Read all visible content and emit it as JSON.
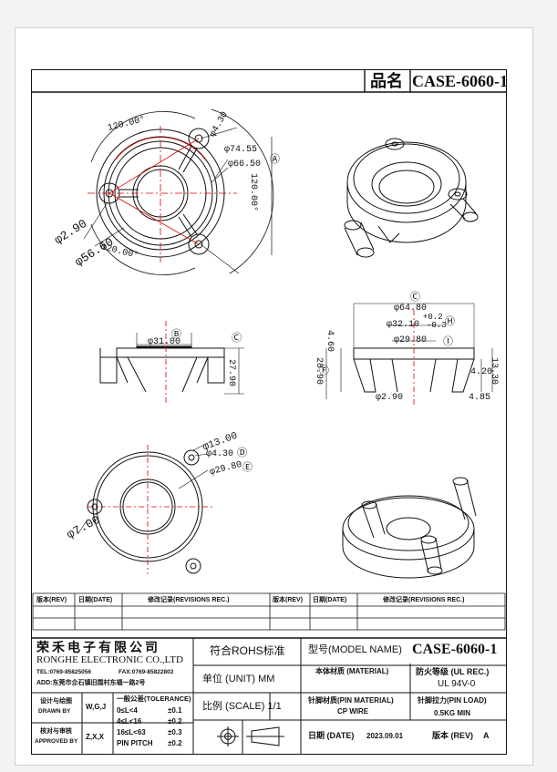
{
  "header": {
    "name_label": "品名",
    "model": "CASE-6060-1"
  },
  "views": {
    "top": {
      "dims": [
        "120.00°",
        "120.00°",
        "120.00°",
        "φ4.30",
        "φ74.55",
        "φ66.50",
        "φ2.90",
        "φ56.60"
      ],
      "datum": "Ⓐ"
    },
    "front": {
      "dims": [
        "φ31.00",
        "27.90"
      ],
      "datums": [
        "Ⓑ",
        "Ⓒ"
      ]
    },
    "side": {
      "dims": [
        "φ64.80",
        "+0.2",
        "φ32.10",
        "-0.3",
        "φ29.80",
        "4.60",
        "28.90",
        "φ2.90",
        "4.20",
        "13.30",
        "4.85"
      ],
      "datums": [
        "Ⓒ",
        "Ⓗ",
        "Ⓘ",
        "Ⓕ"
      ]
    },
    "bottom": {
      "dims": [
        "φ13.00",
        "φ4.30",
        "φ29.80",
        "φ7.00"
      ],
      "datums": [
        "Ⓓ",
        "Ⓔ"
      ]
    }
  },
  "revisions": {
    "headers": [
      "版本(REV)",
      "日期(DATE)",
      "修改记录(REVISIONS REC.)",
      "版本(REV)",
      "日期(DATE)",
      "修改记录(REVISIONS REC.)"
    ]
  },
  "title_block": {
    "company_cn": "荣禾电子有限公司",
    "company_en": "RONGHE ELECTRONIC CO.,LTD",
    "tel": "TEL:0769-85825056",
    "fax": "FAX:0769-85822802",
    "addr": "ADD:东莞市企石镇旧围村东福一路2号",
    "rohs": "符合ROHS标准",
    "model_label": "型号(MODEL NAME)",
    "model_value": "CASE-6060-1",
    "unit_label": "单位 (UNIT) MM",
    "material_label": "本体材质 (MATERIAL)",
    "material_value": "",
    "ul_label": "防火等级 (UL REC.)",
    "ul_value": "UL 94V-0",
    "drawn_label": "设计与绘图",
    "drawn_label_en": "DRAWN BY",
    "drawn_by": "W,G,J",
    "tol_title": "一般公差(TOLERANCE)",
    "tol_rows": [
      {
        "range": "0≤L<4",
        "value": "±0.1"
      },
      {
        "range": "4≤L<16",
        "value": "±0.2"
      },
      {
        "range": "16≤L<63",
        "value": "±0.3"
      },
      {
        "range": "PIN PITCH",
        "value": "±0.2"
      }
    ],
    "scale_label": "比例 (SCALE) 1/1",
    "pin_material_label": "针脚材质(PIN MATERIAL)",
    "pin_material_value": "CP WIRE",
    "pin_load_label": "针脚拉力(PIN LOAD)",
    "pin_load_value": "0.5KG MIN",
    "approved_label": "核对与审核",
    "approved_label_en": "APPROVED BY",
    "approved_by": "Z,X,X",
    "date_label": "日期 (DATE)",
    "date_value": "2023.09.01",
    "rev_label": "版本 (REV)",
    "rev_value": "A"
  }
}
